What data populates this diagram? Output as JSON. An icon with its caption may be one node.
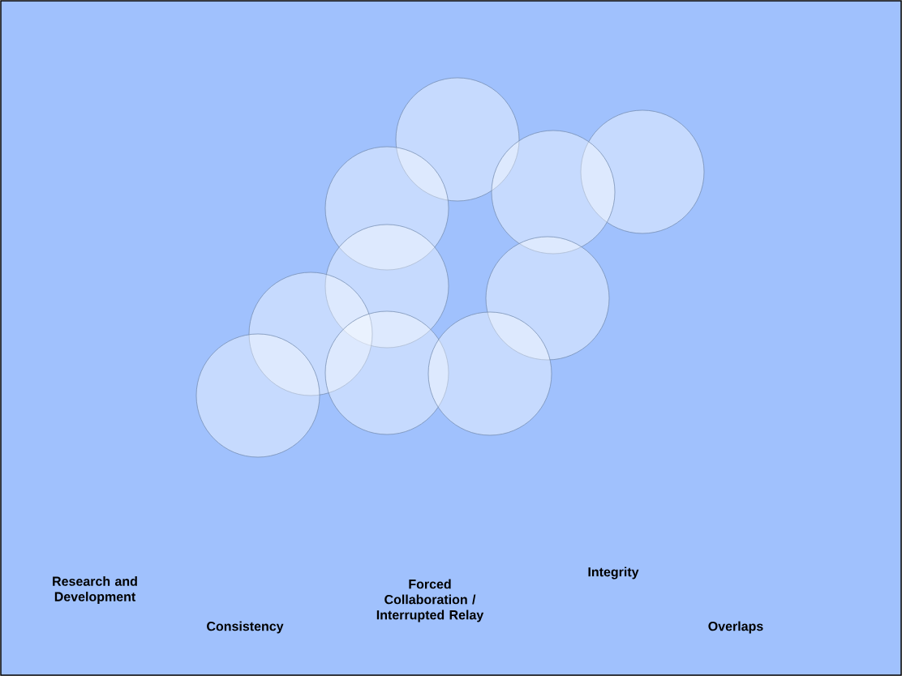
{
  "diagram": {
    "nodes": [
      {
        "text": [],
        "shape": "circle"
      },
      {
        "text": [],
        "shape": "circle"
      },
      {
        "text": [],
        "shape": "circle"
      },
      {
        "text": [],
        "shape": "circle"
      },
      {
        "text": [],
        "shape": "circle"
      },
      {
        "text": [],
        "shape": "circle"
      },
      {
        "text": [],
        "shape": "circle"
      },
      {
        "text": [],
        "shape": "circle"
      },
      {
        "text": [],
        "shape": "circle"
      },
      {
        "text": [],
        "shape": "circle"
      }
    ],
    "labels": [
      "Research and Development",
      "Forced Collaboration / Interrupted Relay",
      "Integrity",
      "Consistency",
      "Overlaps"
    ]
  }
}
